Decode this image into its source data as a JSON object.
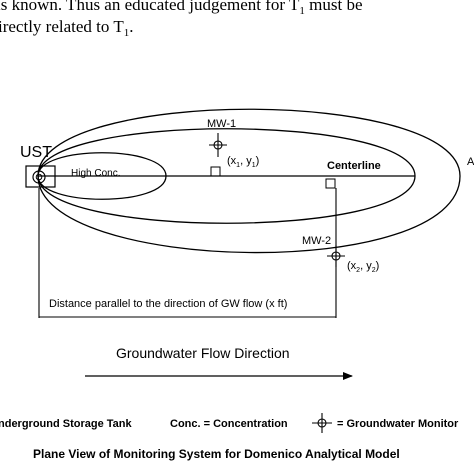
{
  "body_text": {
    "line1": "is known.  Thus an educated judgement for T",
    "line1_sub": "1",
    "line1_tail": " must be",
    "line2": "irectly related to T",
    "line2_sub": "1",
    "line2_tail": "."
  },
  "figure": {
    "ust_label": "UST",
    "high_conc_label": "High Conc.",
    "mw1_label": "MW-1",
    "mw1_coord": {
      "open": "(x",
      "sub1": "1",
      "mid": ", y",
      "sub2": "1",
      "close": ")"
    },
    "centerline_label": "Centerline",
    "mw2_label": "MW-2",
    "mw2_coord": {
      "open": "(x",
      "sub1": "2",
      "mid": ", y",
      "sub2": "2",
      "close": ")"
    },
    "distance_label": "Distance parallel to the direction of GW flow (x ft)",
    "flow_label": "Groundwater Flow Direction",
    "edge_cut_label": "A"
  },
  "legend": {
    "ust_def": "nderground Storage Tank",
    "conc_def": "Conc. = Concentration",
    "mw_def": "= Groundwater Monitor"
  },
  "caption": "Plane View of Monitoring System for Domenico Analytical Model"
}
